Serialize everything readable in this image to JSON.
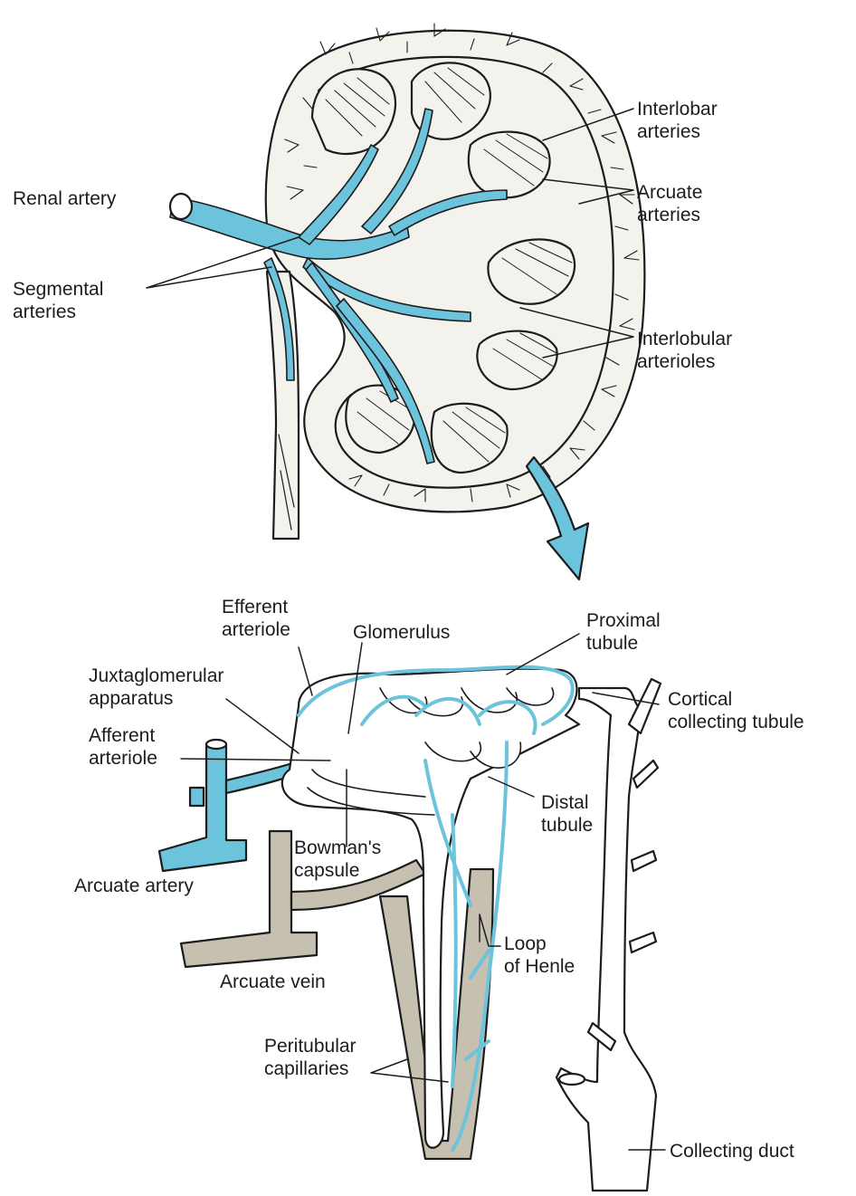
{
  "colors": {
    "artery": "#6cc3dc",
    "vein": "#c5c0b0",
    "ink": "#1c1c1c",
    "paper": "#ffffff",
    "tissue": "#f3f2ec"
  },
  "labels": {
    "renal_artery": "Renal artery",
    "segmental_arteries": [
      "Segmental",
      "arteries"
    ],
    "interlobar_arteries": [
      "Interlobar",
      "arteries"
    ],
    "arcuate_arteries": [
      "Arcuate",
      "arteries"
    ],
    "interlobular_arterioles": [
      "Interlobular",
      "arterioles"
    ],
    "efferent_arteriole": [
      "Efferent",
      "arteriole"
    ],
    "glomerulus": "Glomerulus",
    "proximal_tubule": [
      "Proximal",
      "tubule"
    ],
    "juxtaglomerular_apparatus": [
      "Juxtaglomerular",
      "apparatus"
    ],
    "afferent_arteriole": [
      "Afferent",
      "arteriole"
    ],
    "cortical_collecting_tubule": [
      "Cortical",
      "collecting tubule"
    ],
    "distal_tubule": [
      "Distal",
      "tubule"
    ],
    "bowmans_capsule": [
      "Bowman's",
      "capsule"
    ],
    "arcuate_artery": "Arcuate artery",
    "loop_of_henle": [
      "Loop",
      "of Henle"
    ],
    "arcuate_vein": "Arcuate vein",
    "peritubular_capillaries": [
      "Peritubular",
      "capillaries"
    ],
    "collecting_duct": "Collecting duct"
  }
}
